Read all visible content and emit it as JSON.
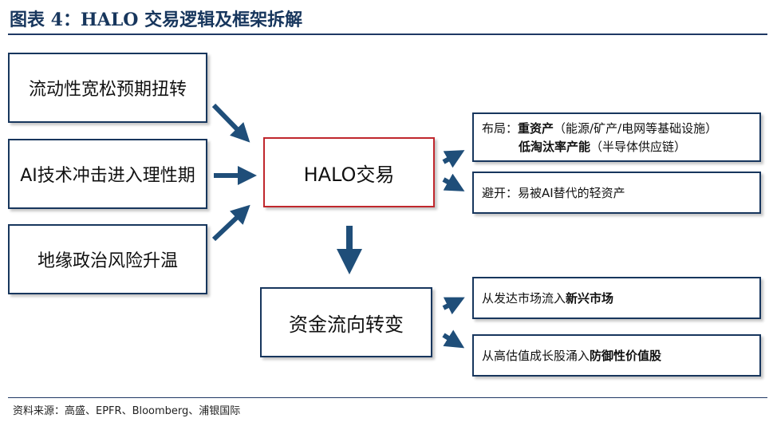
{
  "title": "图表 4：HALO 交易逻辑及框架拆解",
  "drivers": [
    "流动性宽松预期扭转",
    "AI技术冲击进入理性期",
    "地缘政治风险升温"
  ],
  "center": {
    "halo": "HALO交易",
    "flow": "资金流向转变"
  },
  "outcomes": {
    "layout": {
      "prefix": "布局：",
      "line1_bold": "重资产",
      "line1_rest": "（能源/矿产/电网等基础设施）",
      "line2_bold": "低淘汰率产能",
      "line2_rest": "（半导体供应链）"
    },
    "avoid": {
      "text": "避开：易被AI替代的轻资产"
    },
    "emerging": {
      "rest": "从发达市场流入",
      "bold": "新兴市场"
    },
    "defensive": {
      "rest": "从高估值成长股涌入",
      "bold": "防御性价值股"
    }
  },
  "source": "资料来源：高盛、EPFR、Bloomberg、浦银国际",
  "colors": {
    "navy": "#17365d",
    "arrow": "#1f4e79",
    "red_border": "#c0272d"
  }
}
